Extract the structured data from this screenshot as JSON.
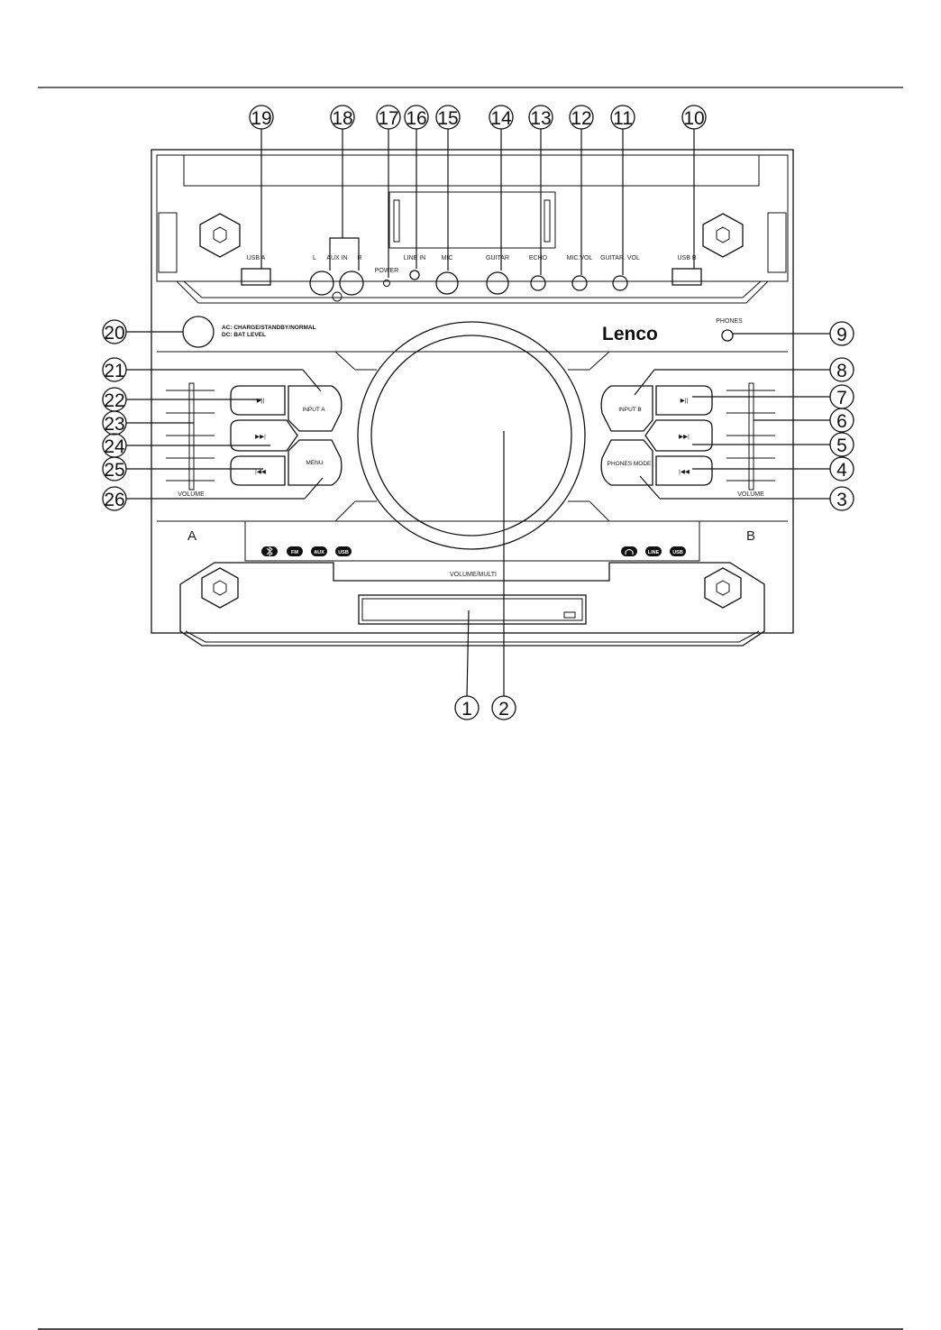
{
  "labels": {
    "usb_a": "USB A",
    "aux_in": "AUX IN",
    "aux_l": "L",
    "aux_r": "R",
    "power": "POWER",
    "line_in": "LINE IN",
    "mic": "MIC",
    "guitar": "GUITAR",
    "echo": "ECHO",
    "mic_vol": "MIC.VOL",
    "guitar_vol": "GUITAR. VOL",
    "usb_b": "USB B",
    "led_line1": "AC: CHARGE/STANDBY/NORMAL",
    "led_line2": "DC: BAT LEVEL",
    "logo": "Lenco",
    "phones": "PHONES",
    "input_a": "INPUT A",
    "menu": "MENU",
    "input_b": "INPUT B",
    "phones_mode": "PHONES MODE",
    "volume_left": "VOLUME",
    "volume_right": "VOLUME",
    "side_a": "A",
    "side_b": "B",
    "volume_multi": "VOLUME/MULTI",
    "play_pause_glyph": "▶||",
    "next_glyph": "▶▶|",
    "prev_glyph": "|◀◀"
  },
  "source_icons_a": [
    "FM",
    "AUX",
    "USB"
  ],
  "source_icons_b": [
    "LINE",
    "USB"
  ],
  "callouts": [
    "1",
    "2",
    "3",
    "4",
    "5",
    "6",
    "7",
    "8",
    "9",
    "10",
    "11",
    "12",
    "13",
    "14",
    "15",
    "16",
    "17",
    "18",
    "19",
    "20",
    "21",
    "22",
    "23",
    "24",
    "25",
    "26"
  ]
}
